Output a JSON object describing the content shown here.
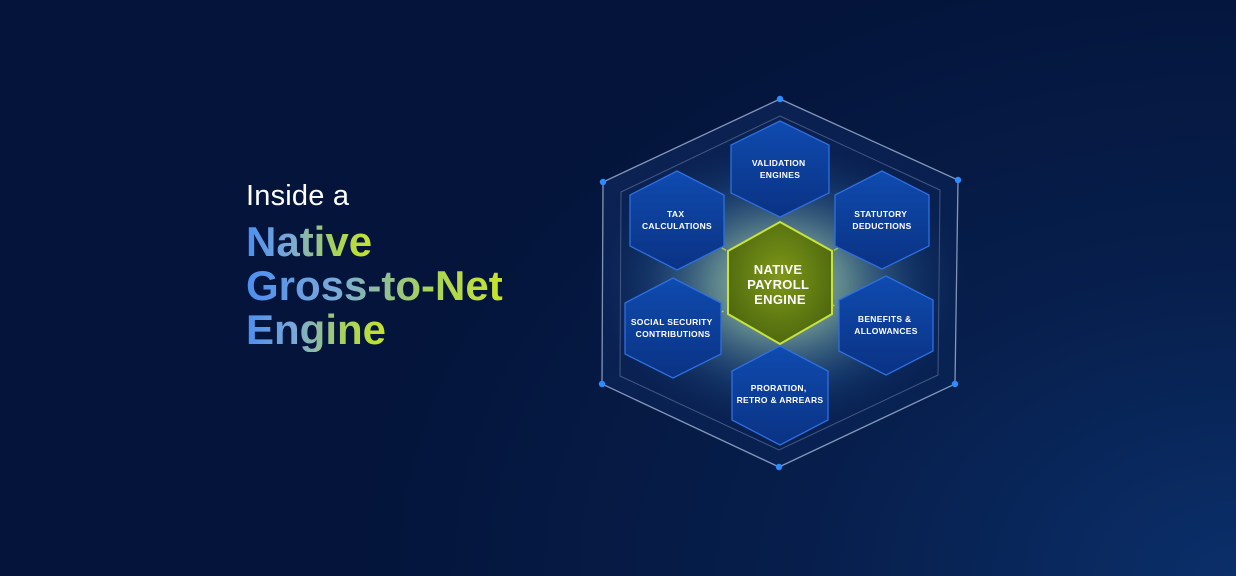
{
  "headline": {
    "eyebrow": "Inside a",
    "lines": [
      "Native",
      "Gross-to-Net",
      "Engine"
    ]
  },
  "diagram": {
    "center": {
      "lines": [
        "NATIVE",
        "PAYROLL",
        "ENGINE"
      ],
      "color": "#aec721"
    },
    "modules": [
      {
        "id": "validation-engines",
        "lines": [
          "VALIDATION",
          "ENGINES"
        ]
      },
      {
        "id": "statutory-deductions",
        "lines": [
          "STATUTORY",
          "DEDUCTIONS"
        ]
      },
      {
        "id": "benefits-allowances",
        "lines": [
          "BENEFITS &",
          "ALLOWANCES"
        ]
      },
      {
        "id": "proration-retro-arrears",
        "lines": [
          "PRORATION,",
          "RETRO & ARREARS"
        ]
      },
      {
        "id": "social-security-contributions",
        "lines": [
          "SOCIAL SECURITY",
          "CONTRIBUTIONS"
        ]
      },
      {
        "id": "tax-calculations",
        "lines": [
          "TAX",
          "CALCULATIONS"
        ]
      }
    ],
    "colors": {
      "module_fill": "#0b3c95",
      "module_stroke": "#2f6fe0",
      "frame_stroke": "#aebfe0",
      "vertex_dot": "#2f8cff",
      "connector": "#c9e33a"
    }
  }
}
